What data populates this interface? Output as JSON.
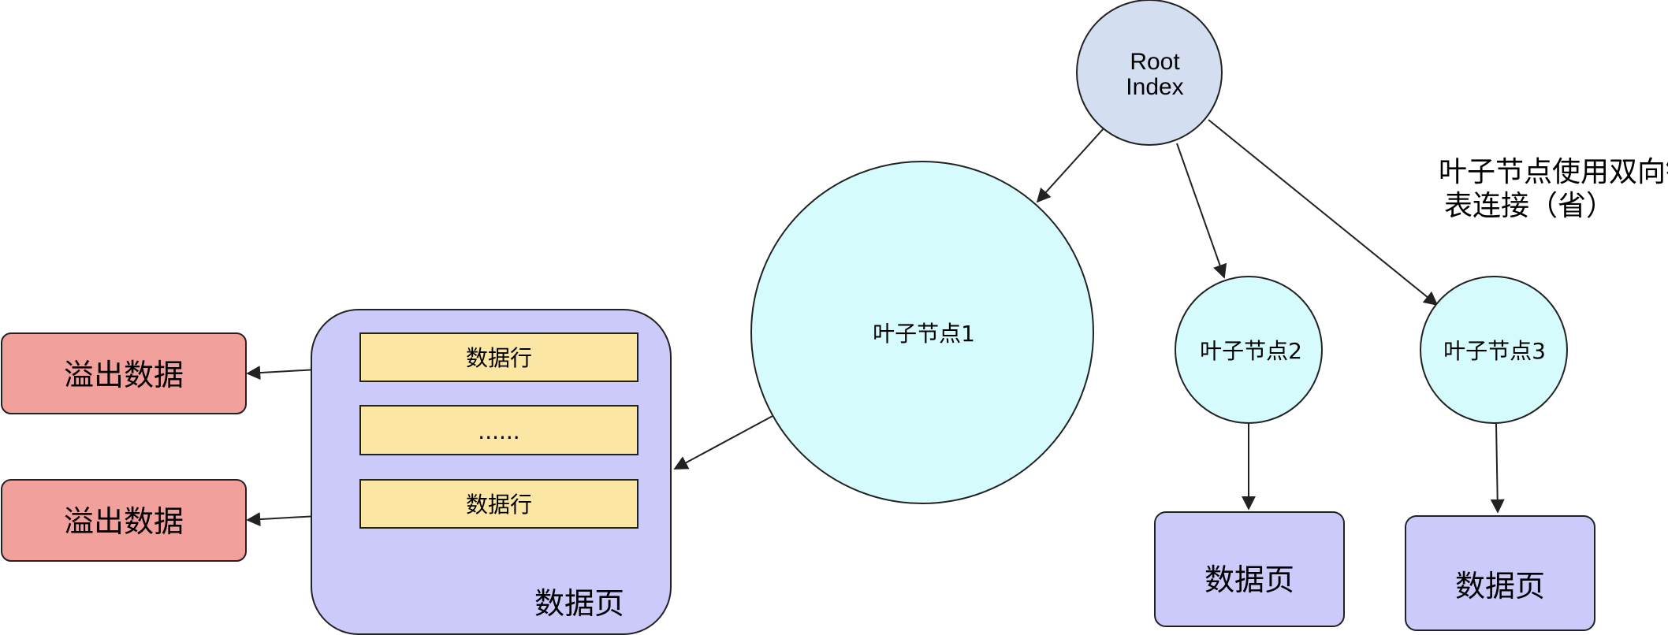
{
  "nodes": {
    "root": {
      "line1": "Root",
      "line2": "Index"
    },
    "leaf1": {
      "label": "叶子节点1"
    },
    "leaf2": {
      "label": "叶子节点2"
    },
    "leaf3": {
      "label": "叶子节点3"
    },
    "data_page_main": {
      "label": "数据页",
      "rows": [
        "数据行",
        "......",
        "数据行"
      ]
    },
    "data_page_2": {
      "label": "数据页"
    },
    "data_page_3": {
      "label": "数据页"
    },
    "overflow_1": {
      "label": "溢出数据"
    },
    "overflow_2": {
      "label": "溢出数据"
    }
  },
  "note": {
    "line1": "叶子节点使用双向链",
    "line2": "表连接（省）"
  },
  "colors": {
    "root_fill": "#d4def1",
    "leaf_fill": "#d5fbfd",
    "page_fill": "#cccafb",
    "row_fill": "#fbe6a4",
    "overflow_fill": "#f2a09c",
    "stroke": "#222222"
  }
}
